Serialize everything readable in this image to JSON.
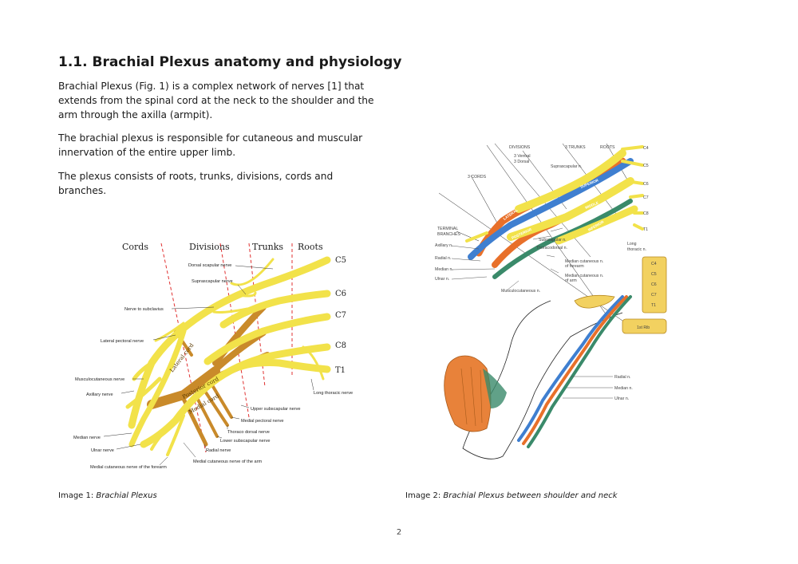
{
  "section": {
    "title": "1.1. Brachial Plexus anatomy and physiology",
    "paragraphs": [
      "Brachial Plexus (Fig. 1) is a complex network of nerves [1] that extends from the spinal cord at the neck to the shoulder and the arm through the axilla (armpit).",
      "The brachial plexus is responsible for cutaneous and muscular innervation of the entire upper limb.",
      "The plexus consists of roots, trunks, divisions, cords and branches."
    ]
  },
  "figure1": {
    "headers": [
      "Cords",
      "Divisions",
      "Trunks",
      "Roots"
    ],
    "roots": [
      "C5",
      "C6",
      "C7",
      "C8",
      "T1"
    ],
    "cord_labels": [
      "Lateral cord",
      "Posterior cord",
      "Medial cord"
    ],
    "labels": {
      "dorsal_scapular": "Dorsal scapular nerve",
      "suprascapular": "Suprascapular nerve",
      "subclavius": "Nerve to subclavius",
      "lateral_pectoral": "Lateral pectoral nerve",
      "musculocutaneous": "Musculocutaneous nerve",
      "axillary": "Axillary nerve",
      "median": "Median nerve",
      "ulnar": "Ulnar nerve",
      "med_cut_forearm": "Medial cutaneous nerve of the forearm",
      "med_cut_arm": "Medial cutaneous nerve of the arm",
      "radial": "Radial nerve",
      "lower_subscapular": "Lower subscapular nerve",
      "thoracodorsal": "Thoraco dorsal nerve",
      "medial_pectoral": "Medial pectoral nerve",
      "upper_subscapular": "Upper subscapular nerve",
      "long_thoracic": "Long thoracic nerve"
    },
    "caption_prefix": "Image 1: ",
    "caption": "Brachial Plexus"
  },
  "figure2": {
    "headers": [
      "DIVISIONS",
      "3 TRUNKS",
      "ROOTS"
    ],
    "division_note": [
      "3 Ventral",
      "3 Dorsal"
    ],
    "cords_label": "3 CORDS",
    "terminal_label": [
      "TERMINAL",
      "BRANCHES"
    ],
    "roots": [
      "C4",
      "C5",
      "C6",
      "C7",
      "C8",
      "T1"
    ],
    "trunk_labels": [
      "SUPERIOR",
      "MIDDLE",
      "INFERIOR"
    ],
    "cord_labels": [
      "LATERAL",
      "POSTERIOR",
      "MEDIAL"
    ],
    "vertebrae": [
      "C4",
      "C5",
      "C6",
      "C7",
      "T1"
    ],
    "labels": {
      "suprascapular": "Suprascapular n.",
      "subscapular": "Subscapular n.",
      "thoracodorsal": "Thoracodorsal n.",
      "axillary": "Axillary n.",
      "radial": "Radial n.",
      "median": "Median n.",
      "ulnar": "Ulnar n.",
      "musculocutaneous": "Musculocutaneous n.",
      "med_cut_forearm": [
        "Median cutaneous n.",
        "of forearm"
      ],
      "med_cut_arm": [
        "Median cutaneous n.",
        "of arm"
      ],
      "long_thoracic": [
        "Long",
        "thoracic n."
      ],
      "first_rib": "1st Rib",
      "radial_lower": "Radial n.",
      "median_lower": "Median n.",
      "ulnar_lower": "Ulnar n."
    },
    "caption_prefix": "Image 2: ",
    "caption": "Brachial Plexus between shoulder and neck"
  },
  "page_number": "2",
  "colors": {
    "nerve_yellow": "#f2e24a",
    "nerve_brown": "#c98a2a",
    "division_line": "#e03030",
    "blue": "#3f7fd0",
    "orange": "#e8702a",
    "green": "#3a8a6a"
  }
}
